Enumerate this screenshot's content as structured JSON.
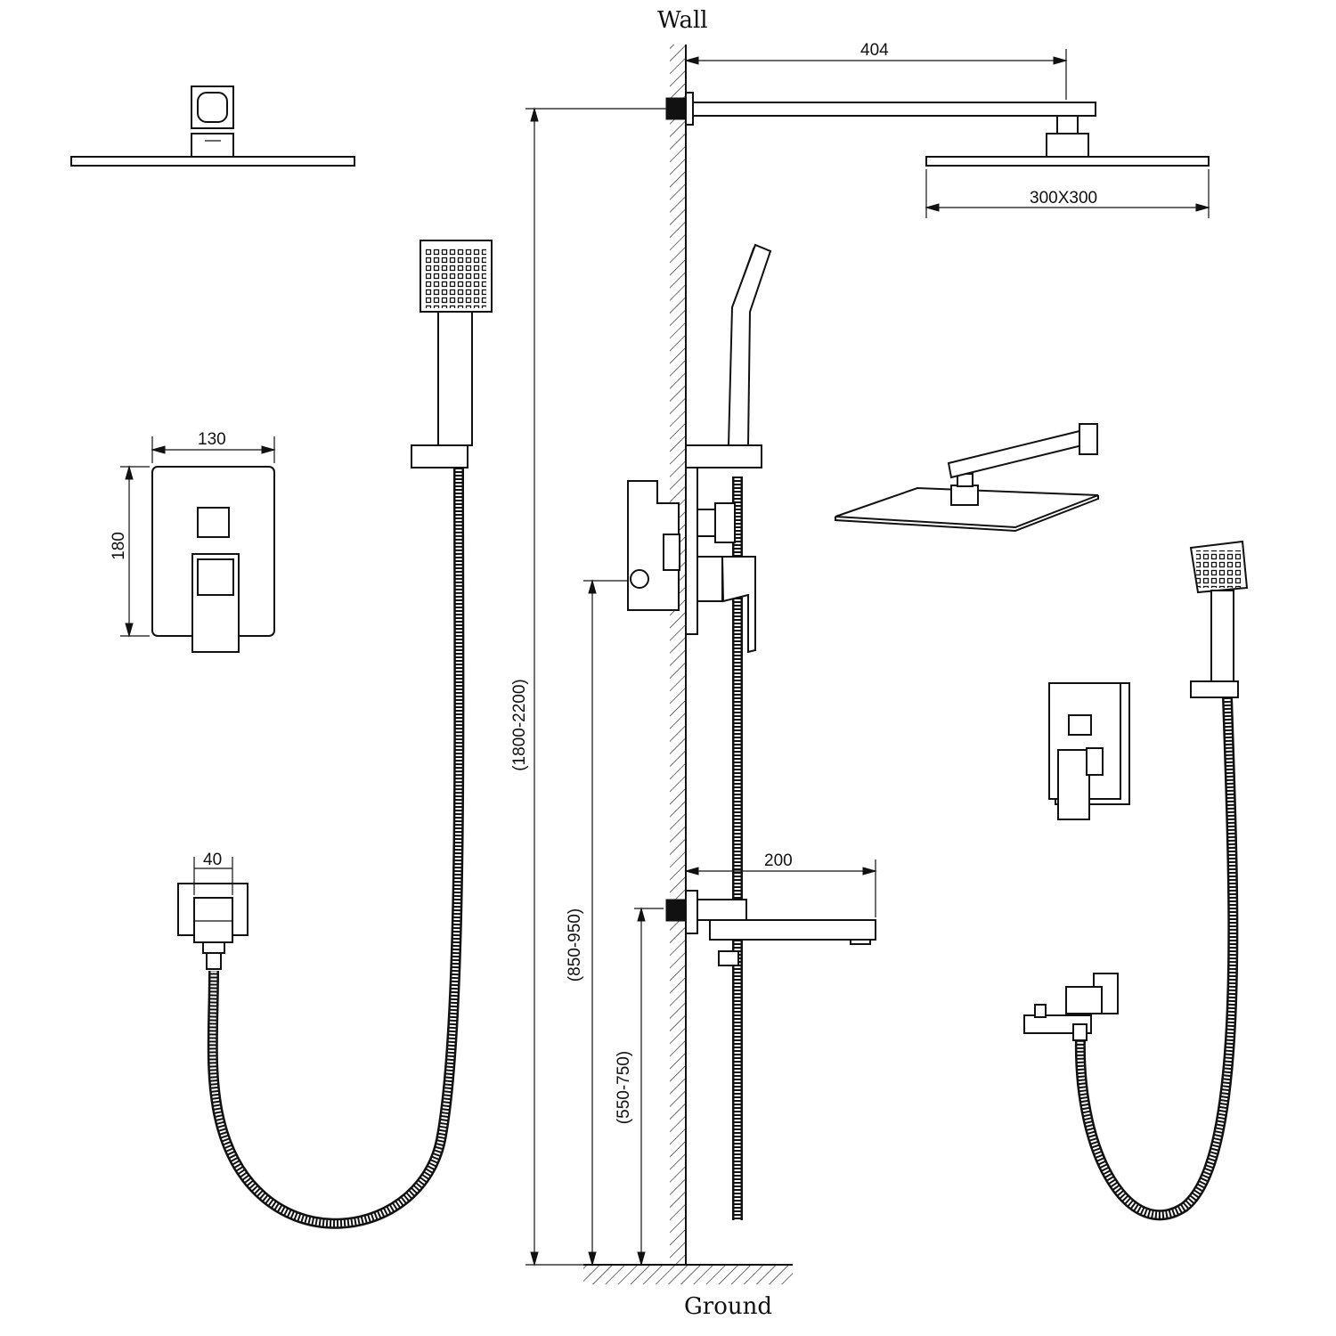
{
  "labels": {
    "wall": "Wall",
    "ground": "Ground",
    "arm_length": "404",
    "head_size": "300X300",
    "valve_width": "130",
    "valve_height": "180",
    "outlet_width": "40",
    "spout_length": "200",
    "head_height": "(1800-2200)",
    "valve_height_from_ground": "(850-950)",
    "spout_height_from_ground": "(550-750)"
  }
}
